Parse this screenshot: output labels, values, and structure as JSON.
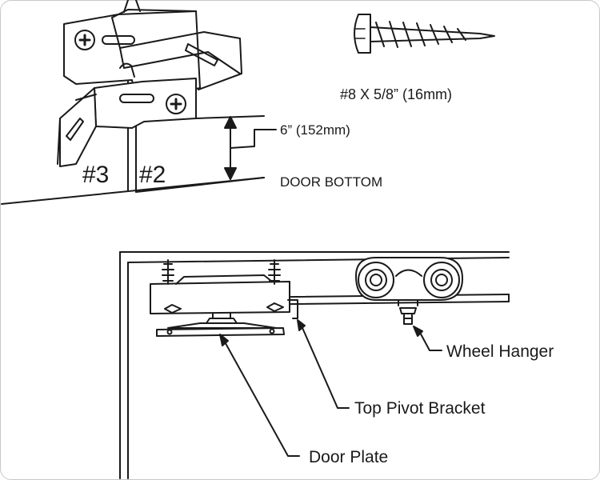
{
  "labels": {
    "screw_spec": "#8 X 5/8” (16mm)",
    "dimension": "6” (152mm)",
    "door_bottom": "DOOR BOTTOM",
    "num3": "#3",
    "num2": "#2",
    "wheel_hanger": "Wheel Hanger",
    "top_pivot_bracket": "Top Pivot Bracket",
    "door_plate": "Door Plate"
  }
}
